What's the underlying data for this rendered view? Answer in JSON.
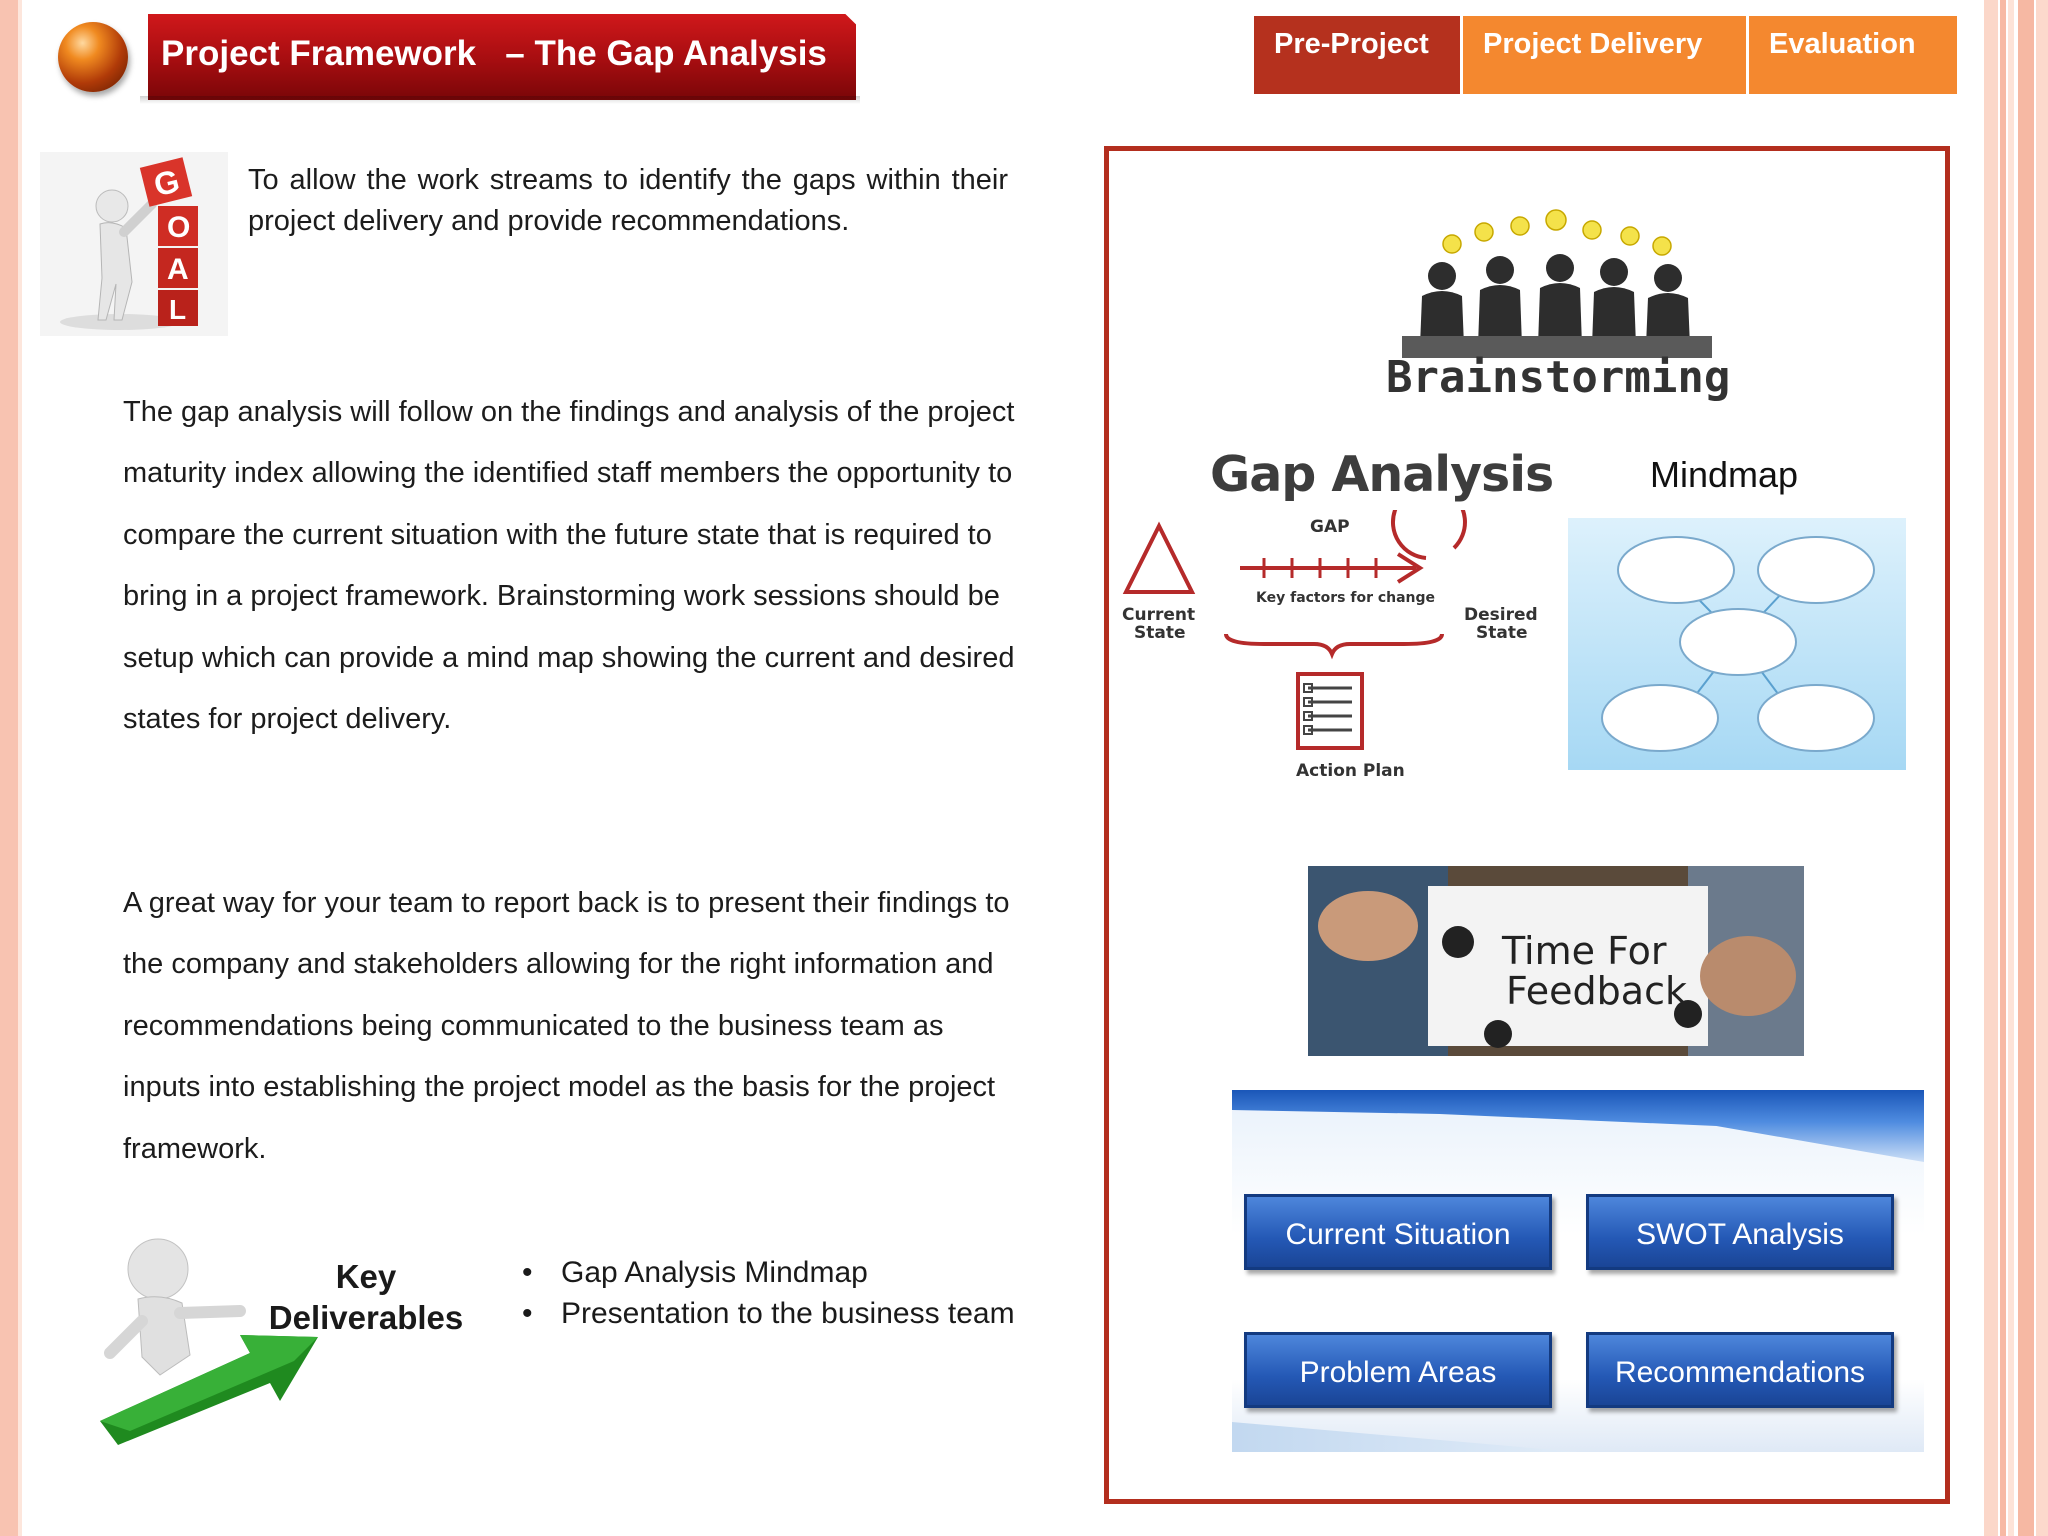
{
  "header": {
    "title": "Project Framework   – The Gap Analysis"
  },
  "phases": [
    {
      "label": "Pre-Project",
      "color": "#b5311e"
    },
    {
      "label": "Project Delivery",
      "color": "#f4882f"
    },
    {
      "label": "Evaluation",
      "color": "#f4882f"
    }
  ],
  "goal": {
    "image_letters": [
      "G",
      "O",
      "A",
      "L"
    ],
    "text": "To allow the work streams to identify the gaps within their project delivery and provide recommendations."
  },
  "paragraphs": [
    "The gap analysis will follow on the findings and analysis of the project maturity index allowing the identified staff members the opportunity to compare the current situation with the future state that is required to bring in a project framework. Brainstorming work sessions should be setup which can provide a mind map showing the current and desired states for project delivery.",
    "A great way for your team to report back is to present their findings to the company and stakeholders allowing for the right information and recommendations being communicated to the business team as inputs into establishing the project model as the basis for the project framework."
  ],
  "key_deliverables": {
    "label": "Key Deliverables",
    "items": [
      "Gap Analysis Mindmap",
      "Presentation to the business team"
    ]
  },
  "right_panel": {
    "brainstorming_label": "Brainstorming",
    "gap_analysis": {
      "title": "Gap Analysis",
      "gap_label": "GAP",
      "key_factors_label": "Key factors for change",
      "current_state_label": [
        "Current",
        "State"
      ],
      "desired_state_label": [
        "Desired",
        "State"
      ],
      "action_plan_label": "Action Plan"
    },
    "mindmap_title": "Mindmap",
    "feedback_text": [
      "Time For",
      "Feedback"
    ],
    "swot_buttons": [
      "Current Situation",
      "SWOT Analysis",
      "Problem Areas",
      "Recommendations"
    ]
  },
  "colors": {
    "accent_red": "#b32e1e",
    "title_red": "#a50d10",
    "tab_orange": "#f4882f",
    "button_blue": "#2458b5"
  }
}
